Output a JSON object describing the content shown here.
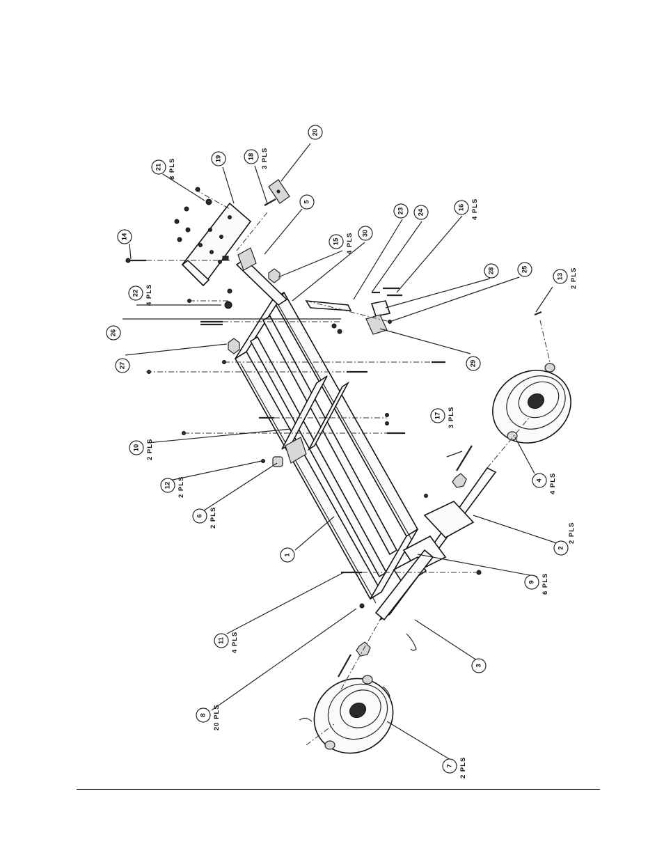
{
  "callouts": [
    {
      "id": "c1",
      "number": "1",
      "qty": ""
    },
    {
      "id": "c2",
      "number": "2",
      "qty": "2 PLS"
    },
    {
      "id": "c3",
      "number": "3",
      "qty": ""
    },
    {
      "id": "c4",
      "number": "4",
      "qty": "4 PLS"
    },
    {
      "id": "c5",
      "number": "5",
      "qty": ""
    },
    {
      "id": "c6",
      "number": "6",
      "qty": "2 PLS"
    },
    {
      "id": "c7",
      "number": "7",
      "qty": "2 PLS"
    },
    {
      "id": "c8",
      "number": "8",
      "qty": "20 PLS"
    },
    {
      "id": "c9",
      "number": "9",
      "qty": "6 PLS"
    },
    {
      "id": "c10",
      "number": "10",
      "qty": "2 PLS"
    },
    {
      "id": "c11",
      "number": "11",
      "qty": "4 PLS"
    },
    {
      "id": "c12",
      "number": "12",
      "qty": "2 PLS"
    },
    {
      "id": "c13",
      "number": "13",
      "qty": "2 PLS"
    },
    {
      "id": "c14",
      "number": "14",
      "qty": ""
    },
    {
      "id": "c15",
      "number": "15",
      "qty": "4 PLS"
    },
    {
      "id": "c16",
      "number": "16",
      "qty": "4 PLS"
    },
    {
      "id": "c17",
      "number": "17",
      "qty": "3 PLS"
    },
    {
      "id": "c18",
      "number": "18",
      "qty": "3 PLS"
    },
    {
      "id": "c19",
      "number": "19",
      "qty": ""
    },
    {
      "id": "c20",
      "number": "20",
      "qty": ""
    },
    {
      "id": "c21",
      "number": "21",
      "qty": "8 PLS"
    },
    {
      "id": "c22",
      "number": "22",
      "qty": "4 PLS"
    },
    {
      "id": "c23",
      "number": "23",
      "qty": ""
    },
    {
      "id": "c24",
      "number": "24",
      "qty": ""
    },
    {
      "id": "c25",
      "number": "25",
      "qty": ""
    },
    {
      "id": "c26",
      "number": "26",
      "qty": ""
    },
    {
      "id": "c27",
      "number": "27",
      "qty": ""
    },
    {
      "id": "c28",
      "number": "28",
      "qty": ""
    },
    {
      "id": "c29",
      "number": "29",
      "qty": ""
    },
    {
      "id": "c30",
      "number": "30",
      "qty": ""
    }
  ]
}
